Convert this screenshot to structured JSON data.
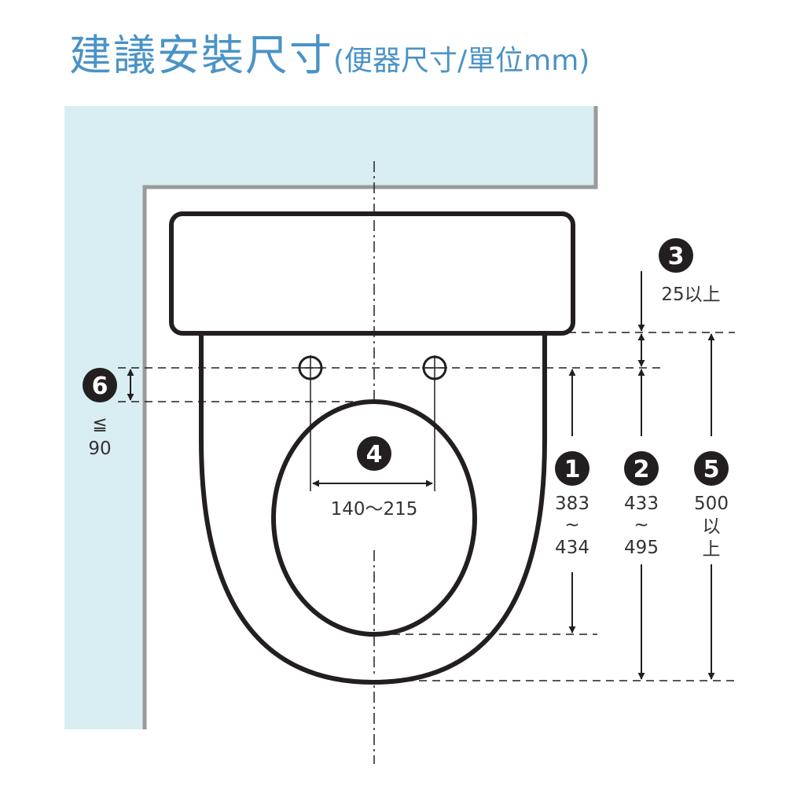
{
  "title": {
    "main": "建議安裝尺寸",
    "sub": "(便器尺寸/單位mm)"
  },
  "colors": {
    "title": "#4a93c6",
    "wall": "#d9eef3",
    "line": "#231f20",
    "wall_edge": "#9a9a9a"
  },
  "annotations": {
    "a1": {
      "number": "1",
      "range_from": "383",
      "range_sep": "~",
      "range_to": "434"
    },
    "a2": {
      "number": "2",
      "range_from": "433",
      "range_sep": "~",
      "range_to": "495"
    },
    "a3": {
      "number": "3",
      "value": "25以上"
    },
    "a4": {
      "number": "4",
      "value": "140〜215"
    },
    "a5": {
      "number": "5",
      "value": "500",
      "suffix_1": "以",
      "suffix_2": "上"
    },
    "a6": {
      "number": "6",
      "prefix": "≦",
      "value": "90"
    }
  }
}
